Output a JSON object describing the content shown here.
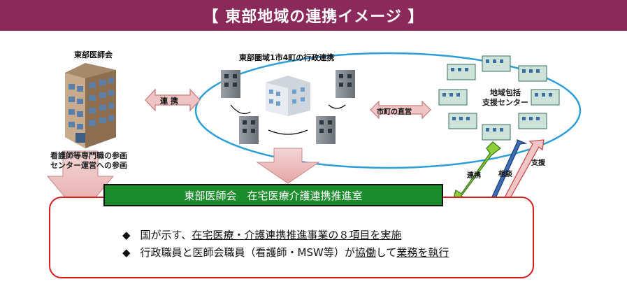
{
  "header": {
    "title": "【 東部地域の連携イメージ 】"
  },
  "left": {
    "org_label": "東部医師会",
    "note_line1": "看護師等専門職の参画",
    "note_line2": "センター運営への参画"
  },
  "center": {
    "cluster_label": "東部圏域1市4町の行政連携"
  },
  "right": {
    "center_label_line1": "地域包括",
    "center_label_line2": "支援センター"
  },
  "arrows": {
    "link_left": "連 携",
    "direct_mgmt": "市町の直営",
    "link_green": "連携",
    "consult_blue": "相談",
    "support_red": "支援"
  },
  "banner": {
    "text": "東部医師会　在宅医療介護連携推進室"
  },
  "bullets": {
    "item1": {
      "diamond": "◆",
      "prefix": "国が示す、",
      "underlined": "在宅医療・介護連携推進事業の８項目を実施"
    },
    "item2": {
      "diamond": "◆",
      "prefix": "行政職員と医師会職員（看護師・MSW等）が",
      "underlined1": "協働",
      "mid": "して",
      "underlined2": "業務を執行"
    }
  }
}
